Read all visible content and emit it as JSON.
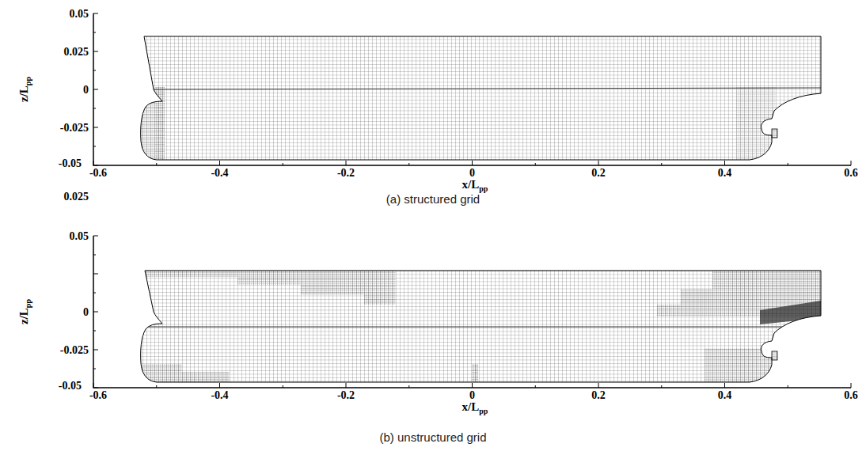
{
  "diagram": {
    "labels": [
      "0.05",
      "0.025",
      "0",
      "-0.025",
      "-0.05",
      "-0.6",
      "-0.4",
      "-0.2",
      "0",
      "0.2",
      "0.4",
      "0.6",
      "x/L",
      "pp",
      "z/L",
      "pp",
      "(a) structured grid",
      "0.05",
      "0.025",
      "0",
      "-0.025",
      "-0.05",
      "-0.6",
      "-0.4",
      "-0.2",
      "0",
      "0.2",
      "0.4",
      "0.6",
      "x/L",
      "pp",
      "z/L",
      "pp",
      "(b) unstructured grid"
    ]
  }
}
